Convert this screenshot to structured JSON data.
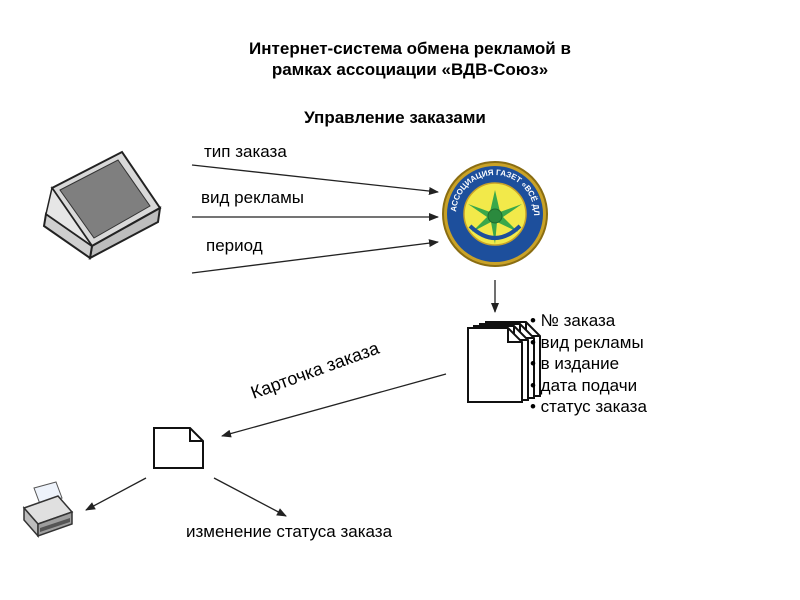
{
  "header": {
    "title_line1": "Интернет-система обмена рекламой в",
    "title_line2": "рамках ассоциации «ВДВ-Союз»",
    "subtitle": "Управление заказами"
  },
  "inputs": {
    "type_label": "тип заказа",
    "ad_kind_label": "вид рекламы",
    "period_label": "период"
  },
  "emblem": {
    "ring_text": "АССОЦИАЦИЯ ГАЗЕТ «ВСЁ ДЛЯ ВАС-СОЮЗ»",
    "colors": {
      "ring": "#1d4f9c",
      "fill": "#f2e94a",
      "center": "#3aa84a"
    }
  },
  "order_fields": [
    "• № заказа",
    "• вид рекламы",
    "• в издание",
    "• дата подачи",
    "• статус заказа"
  ],
  "card": {
    "label": "Карточка заказа"
  },
  "status_change": {
    "label": "изменение статуса заказа"
  }
}
